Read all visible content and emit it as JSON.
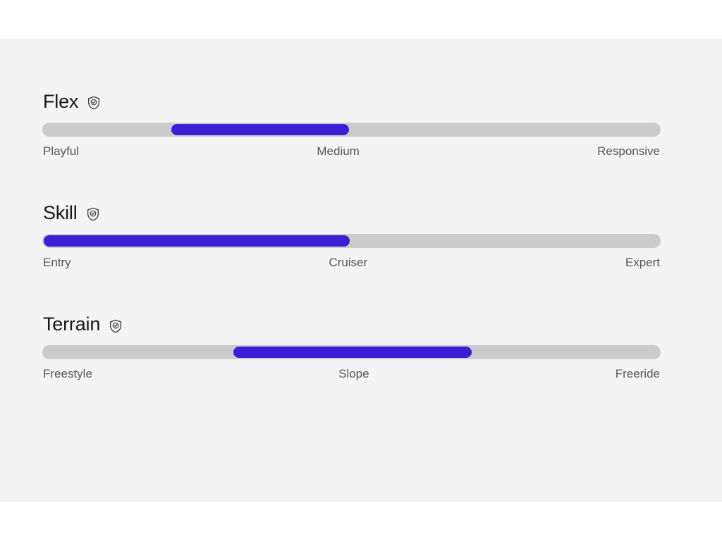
{
  "theme": {
    "page_background": "#ffffff",
    "panel_background": "#f4f4f4",
    "track_color": "#cbcbcb",
    "fill_color": "#3a1fd4",
    "title_color": "#16181c",
    "label_color": "#555759"
  },
  "specs": [
    {
      "title": "Flex",
      "icon": "shield-check-icon",
      "fill_start_pct": 20.9,
      "fill_end_pct": 49.6,
      "labels": {
        "start": "Playful",
        "center": "Medium",
        "end": "Responsive"
      }
    },
    {
      "title": "Skill",
      "icon": "shield-check-icon",
      "fill_start_pct": 0.2,
      "fill_end_pct": 49.7,
      "labels": {
        "start": "Entry",
        "center": "Cruiser",
        "end": "Expert"
      }
    },
    {
      "title": "Terrain",
      "icon": "shield-check-icon",
      "fill_start_pct": 30.9,
      "fill_end_pct": 69.4,
      "labels": {
        "start": "Freestyle",
        "center": "Slope",
        "end": "Freeride"
      }
    }
  ]
}
